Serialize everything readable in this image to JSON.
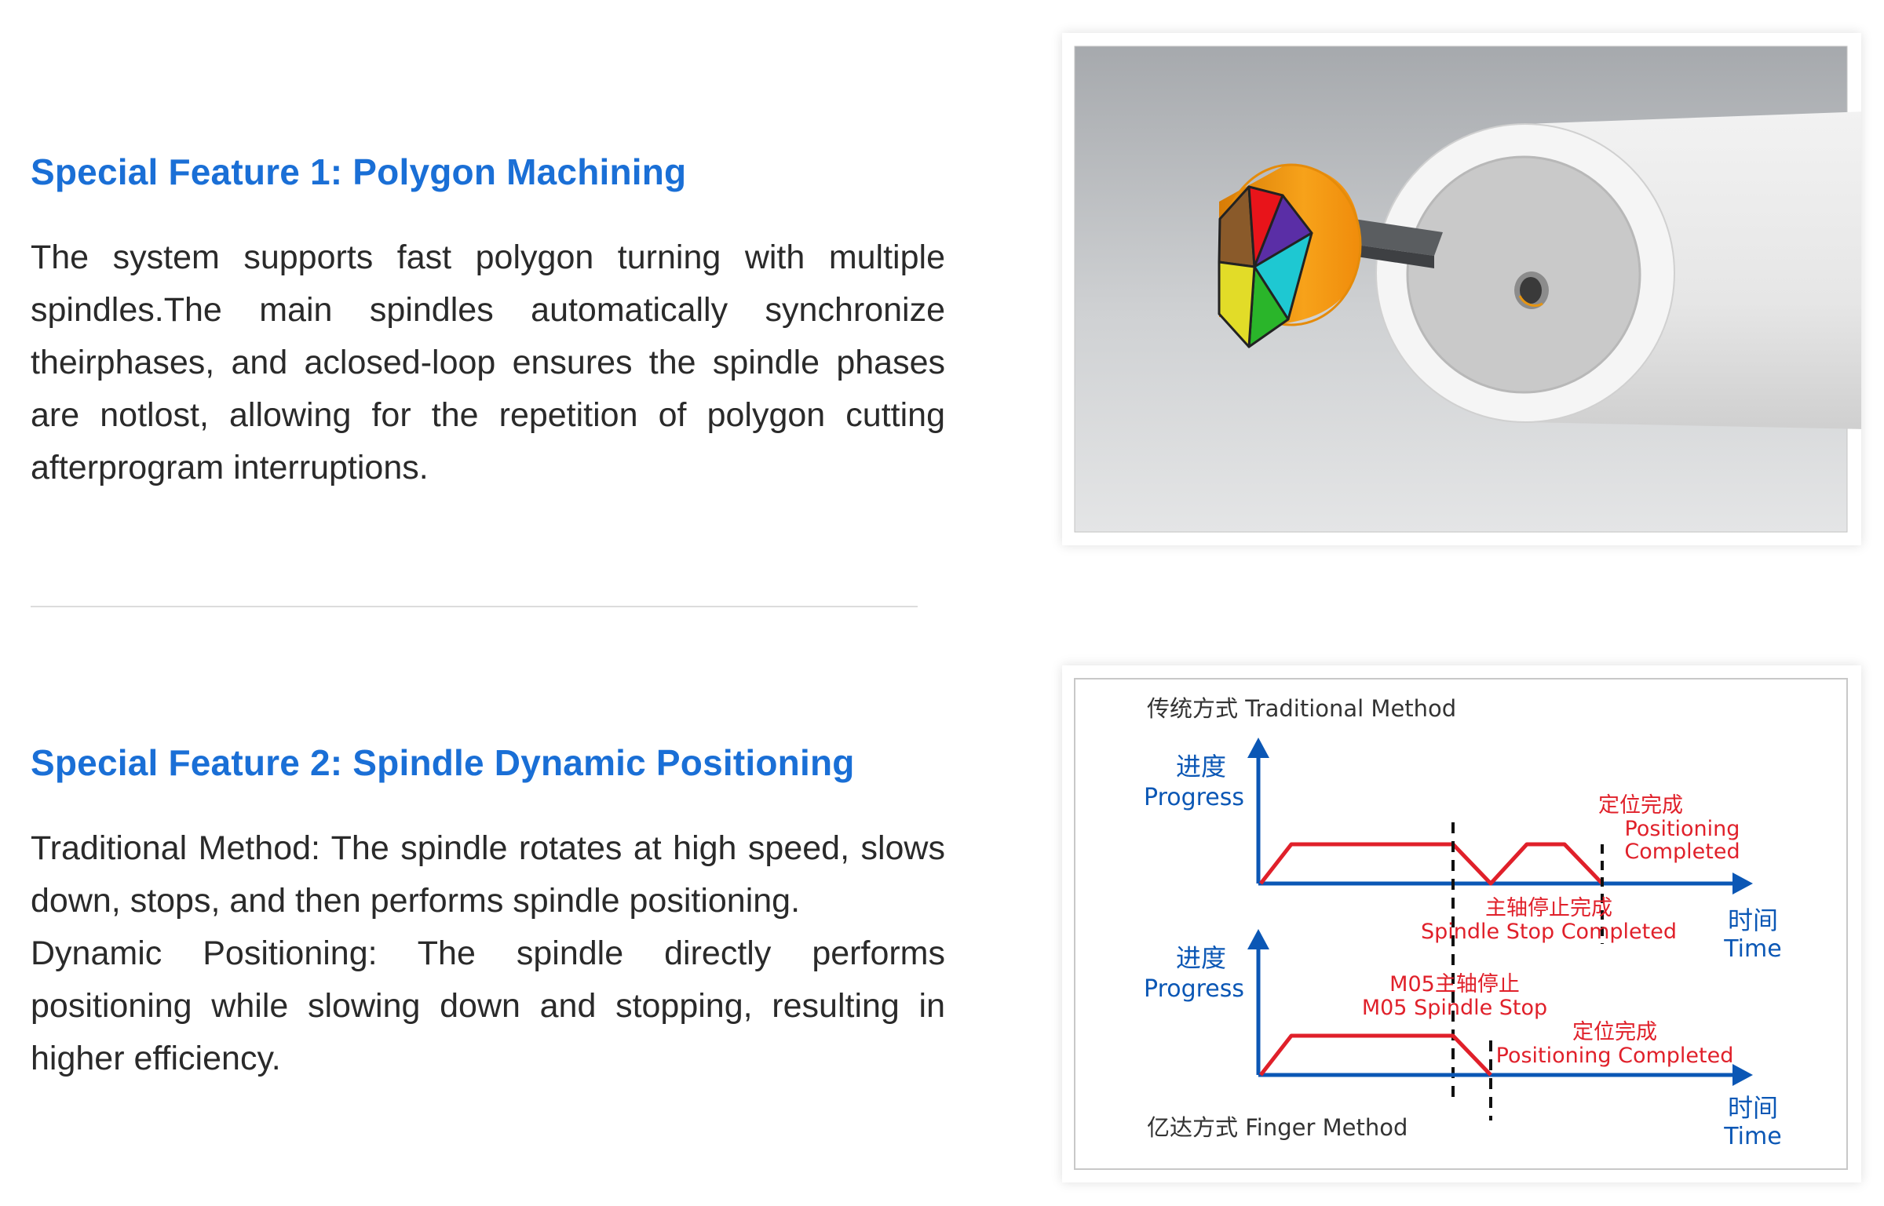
{
  "feature1": {
    "title": "Special Feature 1: Polygon Machining",
    "body": "The system supports fast polygon turning with multiple spindles.The main spindles automatically synchronize theirphases, and aclosed-loop ensures the spindle phases are notlost, allowing for the repetition of polygon cutting afterprogram interruptions."
  },
  "feature2": {
    "title": "Special Feature 2: Spindle Dynamic Positioning",
    "traditional_text": "Traditional Method: The spindle rotates at high speed, slows down, stops, and then performs spindle positioning.",
    "dynamic_text": "Dynamic Positioning: The spindle directly performs positioning while slowing down and stopping, resulting in higher efficiency."
  },
  "diagram": {
    "top_method": "传统方式 Traditional Method",
    "bottom_method": "亿达方式 Finger Method",
    "axis_progress_cn": "进度",
    "axis_progress_en": "Progress",
    "axis_time_cn": "时间",
    "axis_time_en": "Time",
    "top_pos_cn": "定位完成",
    "top_pos_en1": "Positioning",
    "top_pos_en2": "Completed",
    "stop_cn": "主轴停止完成",
    "stop_en": "Spindle Stop Completed",
    "m05_cn": "M05主轴停止",
    "m05_en": "M05 Spindle Stop",
    "bottom_pos_cn": "定位完成",
    "bottom_pos_en": "Positioning Completed"
  },
  "colors": {
    "title_blue": "#1a6fd6",
    "axis_blue": "#0b57b5",
    "curve_red": "#e0202a",
    "polygon_faces": [
      "#e8141a",
      "#5a2ea6",
      "#1ec8d2",
      "#2ab52a",
      "#e2dc28",
      "#8a5a2a"
    ],
    "cylinder_orange": "#f39a12"
  }
}
